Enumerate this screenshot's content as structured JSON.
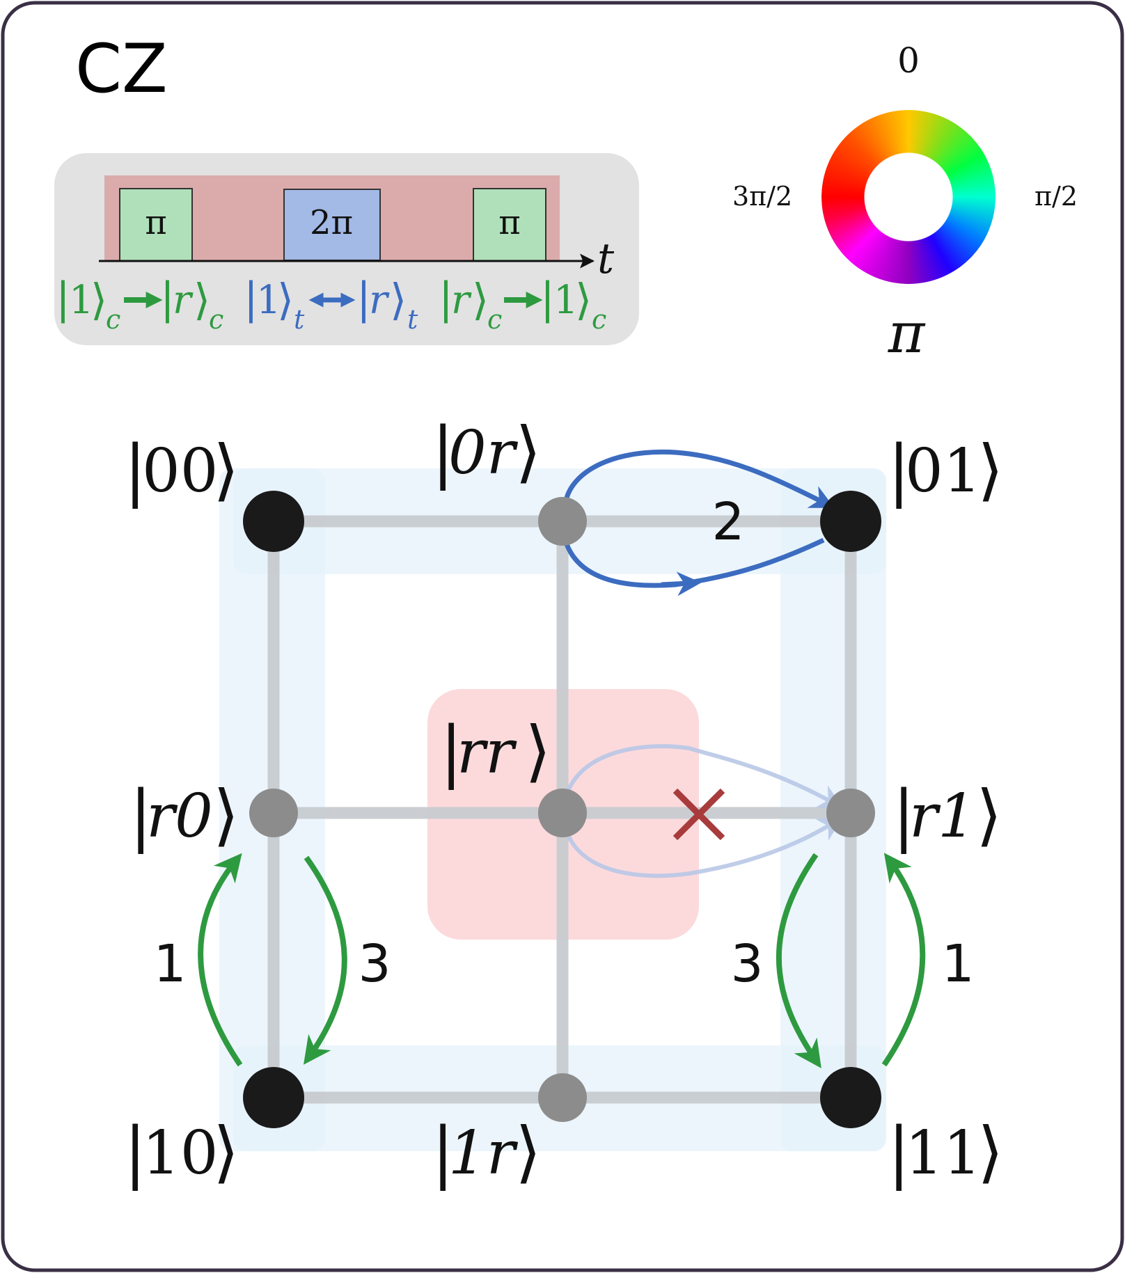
{
  "title": "CZ",
  "colors": {
    "frame": "#3a2f45",
    "pulse_panel_bg": "#e2e2e2",
    "rydberg_window": "#dbabab",
    "pi_pulse_fill": "#b0e0b9",
    "two_pi_pulse_fill": "#a3b9e6",
    "green_arrow": "#2e9a40",
    "blue_arrow": "#3c6cc0",
    "edge_gray": "#c8ccd0",
    "node_black": "#1a1a1a",
    "node_gray": "#8c8c8c",
    "blocked_x": "#a83b3b",
    "rr_highlight": "#fbd4d6",
    "qubit_highlight": "#e6f1fb"
  },
  "pulse_sequence": {
    "pulses": [
      {
        "label": "π",
        "kind": "pi",
        "color": "green"
      },
      {
        "label": "2π",
        "kind": "2pi",
        "color": "blue"
      },
      {
        "label": "π",
        "kind": "pi",
        "color": "green"
      }
    ],
    "time_axis_label": "t",
    "transitions": [
      {
        "from_ket": "1",
        "from_sub": "c",
        "to_ket": "r",
        "to_sub": "c",
        "arrow": "right",
        "color": "green"
      },
      {
        "from_ket": "1",
        "from_sub": "t",
        "to_ket": "r",
        "to_sub": "t",
        "arrow": "both",
        "color": "blue"
      },
      {
        "from_ket": "r",
        "from_sub": "c",
        "to_ket": "1",
        "to_sub": "c",
        "arrow": "right",
        "color": "green"
      }
    ]
  },
  "phase_wheel": {
    "label_top": "0",
    "label_right": "π/2",
    "label_bottom": "π",
    "label_left": "3π/2"
  },
  "states": {
    "s00": "00",
    "s0r": "0r",
    "s01": "01",
    "sr0": "r0",
    "srr": "rr",
    "sr1": "r1",
    "s10": "10",
    "s1r": "1r",
    "s11": "11"
  },
  "step_labels": {
    "top_blue": "2",
    "left_up": "1",
    "left_down": "3",
    "right_down": "3",
    "right_up": "1"
  }
}
